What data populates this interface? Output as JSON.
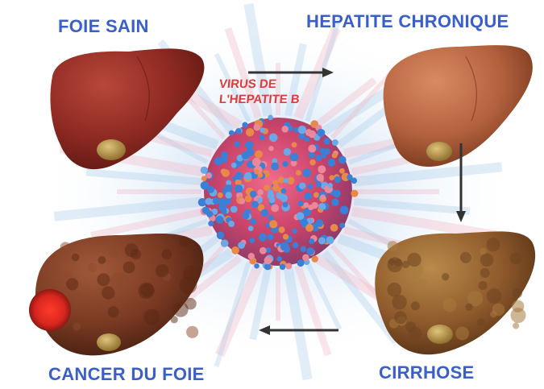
{
  "labels": {
    "healthy_liver": "FOIE SAIN",
    "chronic_hepatitis": "HEPATITE CHRONIQUE",
    "cirrhosis": "CIRRHOSE",
    "liver_cancer": "CANCER DU FOIE"
  },
  "virus": {
    "line1": "VIRUS DE",
    "line2": "L'HEPATITE B"
  },
  "colors": {
    "title_blue": "#3a5fc8",
    "virus_red": "#e03a3a",
    "healthy_liver": "#8e2a22",
    "chronic_liver": "#b4623e",
    "cirrhosis_liver": "#8f5a2c",
    "cancer_liver": "#7a3a22",
    "tumor": "#d8261f",
    "gallbladder": "#b99a4e",
    "virus_pink": "#e8889a",
    "virus_blue": "#3b7fd6",
    "virus_orange": "#e8894a",
    "arrow": "#333333"
  },
  "icons": {
    "arrow_right": "arrow-right-icon",
    "arrow_down": "arrow-down-icon",
    "arrow_left": "arrow-left-icon",
    "virus": "virus-particle-icon"
  }
}
